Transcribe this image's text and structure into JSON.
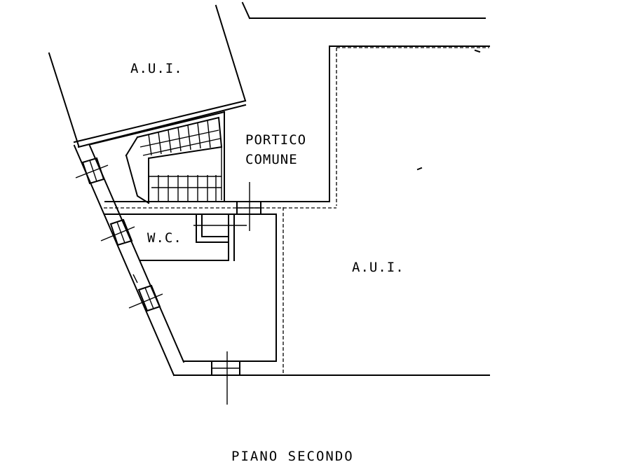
{
  "title": "PIANO SECONDO",
  "rooms": {
    "aui_top": "A.U.I.",
    "portico_line1": "PORTICO",
    "portico_line2": "COMUNE",
    "wc": "W.C.",
    "aui_right": "A.U.I."
  }
}
